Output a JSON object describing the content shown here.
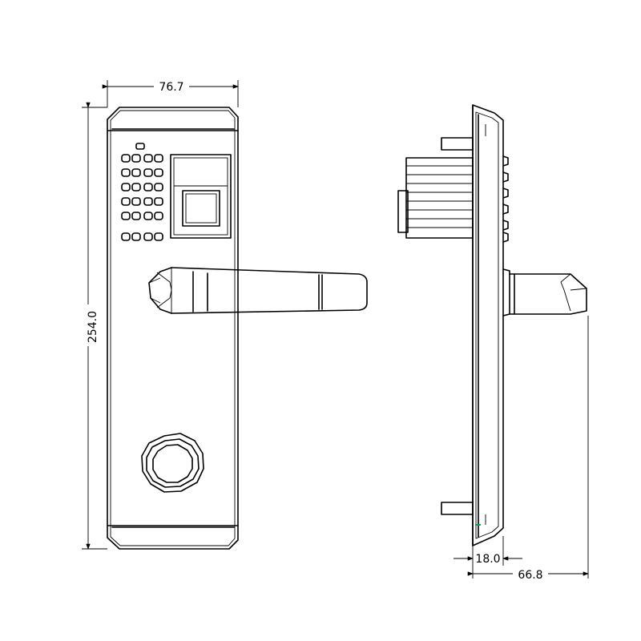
{
  "dimensions": {
    "front_width": "76.7",
    "front_height": "254.0",
    "side_thickness": "18.0",
    "side_depth": "66.8"
  },
  "colors": {
    "line": "#000000",
    "background": "#ffffff",
    "marker": "#00a650"
  }
}
